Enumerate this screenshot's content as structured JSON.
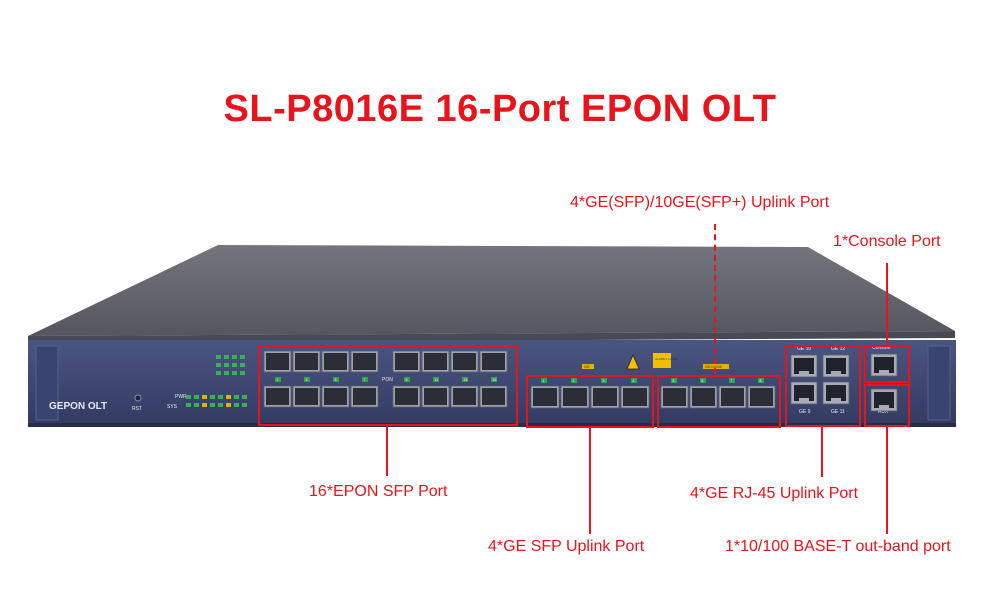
{
  "title": "SL-P8016E 16-Port EPON OLT",
  "device": {
    "brand_label": "GEPON OLT",
    "reset_label": "RST",
    "pwr_label": "PWR",
    "sys_label": "SYS",
    "pon_label": "PON",
    "console_label": "Console",
    "aux_label": "AUX",
    "ge_label": "GE",
    "ge_10g_label": "GE/10GE",
    "laser_warning": "CLASS 1 LASER",
    "rj45_labels": [
      "GE 10",
      "GE 12",
      "GE 9",
      "GE 11"
    ],
    "pon_port_numbers": [
      "1",
      "2",
      "3",
      "4",
      "5",
      "6",
      "7",
      "8",
      "9",
      "10",
      "11",
      "12",
      "13",
      "14",
      "15",
      "16"
    ],
    "ge_sfp_numbers": [
      "1",
      "2",
      "3",
      "4"
    ],
    "ge10_sfp_numbers": [
      "5",
      "6",
      "7",
      "8"
    ]
  },
  "callouts": {
    "uplink_sfp_plus": "4*GE(SFP)/10GE(SFP+) Uplink Port",
    "console": "1*Console Port",
    "epon_sfp": "16*EPON SFP Port",
    "ge_rj45": "4*GE RJ-45 Uplink Port",
    "ge_sfp": "4*GE SFP Uplink Port",
    "out_band": "1*10/100 BASE-T out-band port"
  },
  "colors": {
    "accent": "#e8141c",
    "panel": "#3f4a75",
    "chassis_top": "#62636d"
  }
}
